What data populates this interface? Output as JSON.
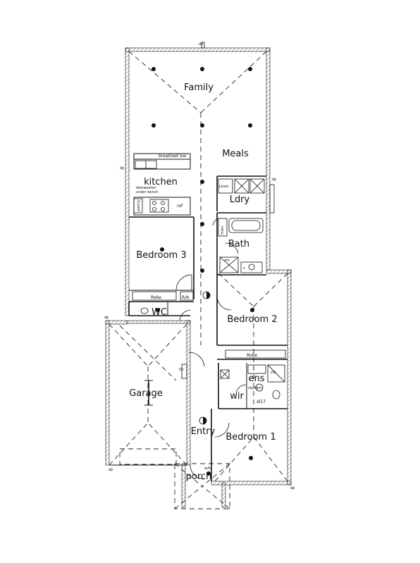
{
  "rooms": {
    "family": "Family",
    "meals": "Meals",
    "kitchen": "kitchen",
    "ldry": "Ldry",
    "bath": "Bath",
    "bedroom3": "Bedroom 3",
    "bedroom2": "Bedroom 2",
    "bedroom1": "Bedroom 1",
    "wc": "WC",
    "garage": "Garage",
    "entry": "Entry",
    "porch": "porch",
    "ens": "ens",
    "wir": "wir"
  },
  "fixtures": {
    "breakfast_bar": "breakfast bar",
    "dishwasher": "dishwasher",
    "under_bench": "under bench",
    "pantry": "pantry",
    "ref": "ref",
    "linen_ldry": "Linen",
    "linen_bath": "linen",
    "robe_bed3": "Robe",
    "ra": "R/A",
    "robe_bed2": "Robe",
    "shr_bath": "shr",
    "vanity_bath": "v",
    "shr_ens": "shr",
    "skylight": "skylight",
    "dl17": "dl17",
    "fb": "f/b",
    "wb": "w/b",
    "sink": "sink",
    "tub": "tub",
    "hwu": "hwu"
  },
  "markers": {
    "dp": "dp"
  }
}
